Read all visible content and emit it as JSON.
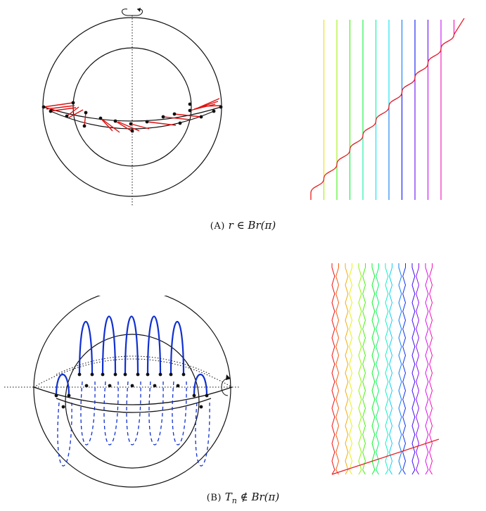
{
  "figure": {
    "panel_a": {
      "caption_tag": "(A)",
      "caption_math": "r ∈ Br(π)"
    },
    "panel_b": {
      "caption_tag": "(B)",
      "caption_math": "T",
      "caption_sub": "n",
      "caption_rest": " ∉ Br(π)"
    },
    "colors": {
      "ink": "#111111",
      "red_chord": "#e01010",
      "blue_loop": "#1030d0"
    },
    "icons": [
      "rotation-arrow-icon"
    ]
  }
}
